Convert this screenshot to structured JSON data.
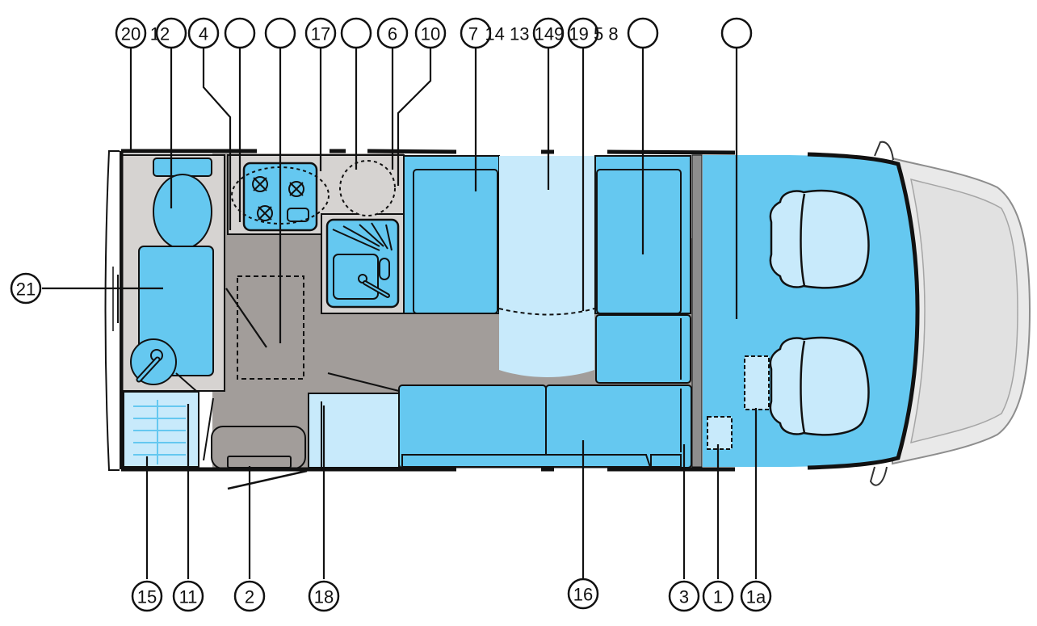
{
  "diagram": {
    "top_text": "14 13 149 19 5 8",
    "callouts_top": [
      "20",
      "12",
      "4",
      "",
      "",
      "17",
      "",
      "6",
      "10",
      "7",
      "",
      "",
      "",
      ""
    ],
    "callouts_bottom": [
      "15",
      "11",
      "2",
      "18",
      "16",
      "3",
      "1",
      "1a"
    ],
    "callout_left": "21"
  },
  "colors": {
    "interior_blue": "#65c8f0",
    "light_blue": "#c8eafb",
    "floor_gray": "#a29d9a",
    "panel_gray": "#d6d3d1",
    "outline": "#111111",
    "cab_gray": "#e9e9e9"
  }
}
